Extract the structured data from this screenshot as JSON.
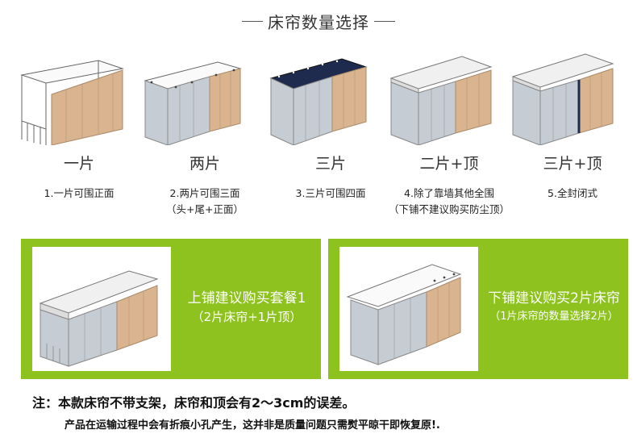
{
  "header": {
    "title": "床帘数量选择"
  },
  "options": [
    {
      "name": "一片",
      "desc_line1": "1.一片可围正面",
      "desc_line2": ""
    },
    {
      "name": "两片",
      "desc_line1": "2.两片可围三面",
      "desc_line2": "（头+尾+正面）"
    },
    {
      "name": "三片",
      "desc_line1": "3.三片可围四面",
      "desc_line2": ""
    },
    {
      "name": "二片+顶",
      "desc_line1": "4.除了靠墙其他全围",
      "desc_line2": "（下铺不建议购买防尘顶）"
    },
    {
      "name": "三片+顶",
      "desc_line1": "5.全封闭式",
      "desc_line2": ""
    }
  ],
  "recommend_upper": {
    "line1": "上铺建议购买套餐1",
    "line2": "（2片床帘+1片顶）"
  },
  "recommend_lower": {
    "line1": "下铺建议购买2片床帘",
    "line2": "（1片床帘的数量选择2片）"
  },
  "notes": {
    "line1": "注：本款床帘不带支架，床帘和顶会有2～3cm的误差。",
    "line2": "产品在运输过程中会有折痕小孔产生，这并非是质量问题只需熨平晾干即恢复原!."
  },
  "colors": {
    "accent_green": "#8dc21f",
    "curtain_tan": "#d9b48f",
    "curtain_grey": "#c6ccd3",
    "curtain_navy": "#1e2b4e",
    "frame": "#666666"
  }
}
